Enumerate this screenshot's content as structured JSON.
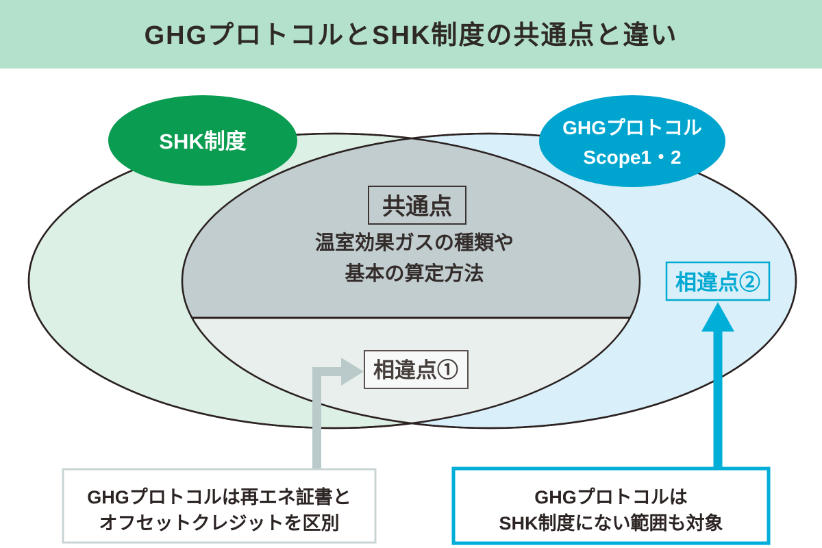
{
  "title": "GHGプロトコルとSHK制度の共通点と違い",
  "venn": {
    "left_badge_label": "SHK制度",
    "right_badge_label_line1": "GHGプロトコル",
    "right_badge_label_line2": "Scope1・2",
    "common": {
      "heading": "共通点",
      "description_line1": "温室効果ガスの種類や",
      "description_line2": "基本の算定方法"
    },
    "difference1_label": "相違点①",
    "difference2_label": "相違点②"
  },
  "notes": {
    "note1_line1": "GHGプロトコルは再エネ証書と",
    "note1_line2": "オフセットクレジットを区別",
    "note2_line1": "GHGプロトコルは",
    "note2_line2": "SHK制度にない範囲も対象"
  },
  "colors": {
    "title_band": "#b3e1cb",
    "title_text": "#2f2926",
    "left_ellipse_fill": "#dcf0e5",
    "right_ellipse_fill": "#d9eff9",
    "overlap_upper_fill": "#c2cdd0",
    "overlap_lower_fill": "#e9efec",
    "outline": "#2b2121",
    "shk_badge_green": "#0a9c50",
    "ghg_badge_cyan": "#00a5cf",
    "gray_arrow": "#bac9c9",
    "cyan_accent": "#00aed8",
    "difference2_cyan": "#00a9d2",
    "difference1_border": "#5a524f",
    "note1_border": "#c9d4d4",
    "dark_text": "#332c2a"
  }
}
